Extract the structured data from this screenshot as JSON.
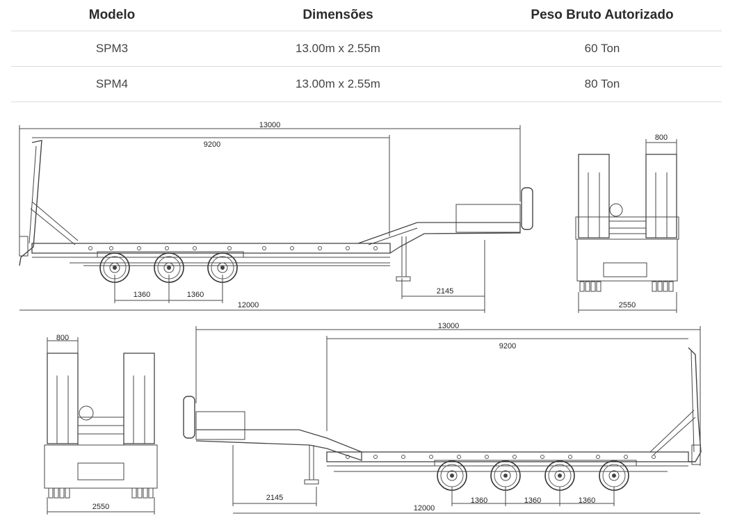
{
  "table": {
    "headers": [
      "Modelo",
      "Dimensões",
      "Peso Bruto Autorizado"
    ],
    "rows": [
      {
        "model": "SPM3",
        "dims": "13.00m x 2.55m",
        "weight": "60 Ton"
      },
      {
        "model": "SPM4",
        "dims": "13.00m x 2.55m",
        "weight": "80 Ton"
      }
    ]
  },
  "drawings": {
    "side_top": {
      "overall_length": "13000",
      "deck_length": "9200",
      "axle_spacing_1": "1360",
      "axle_spacing_2": "1360",
      "kingpin_offset": "2145",
      "chassis_length": "12000"
    },
    "rear_top": {
      "ramp_width": "800",
      "overall_width": "2550"
    },
    "rear_bottom": {
      "ramp_width": "800",
      "overall_width": "2550"
    },
    "side_bottom": {
      "overall_length": "13000",
      "deck_length": "9200",
      "kingpin_offset": "2145",
      "chassis_length": "12000",
      "axle_spacing_1": "1360",
      "axle_spacing_2": "1360",
      "axle_spacing_3": "1360"
    }
  }
}
